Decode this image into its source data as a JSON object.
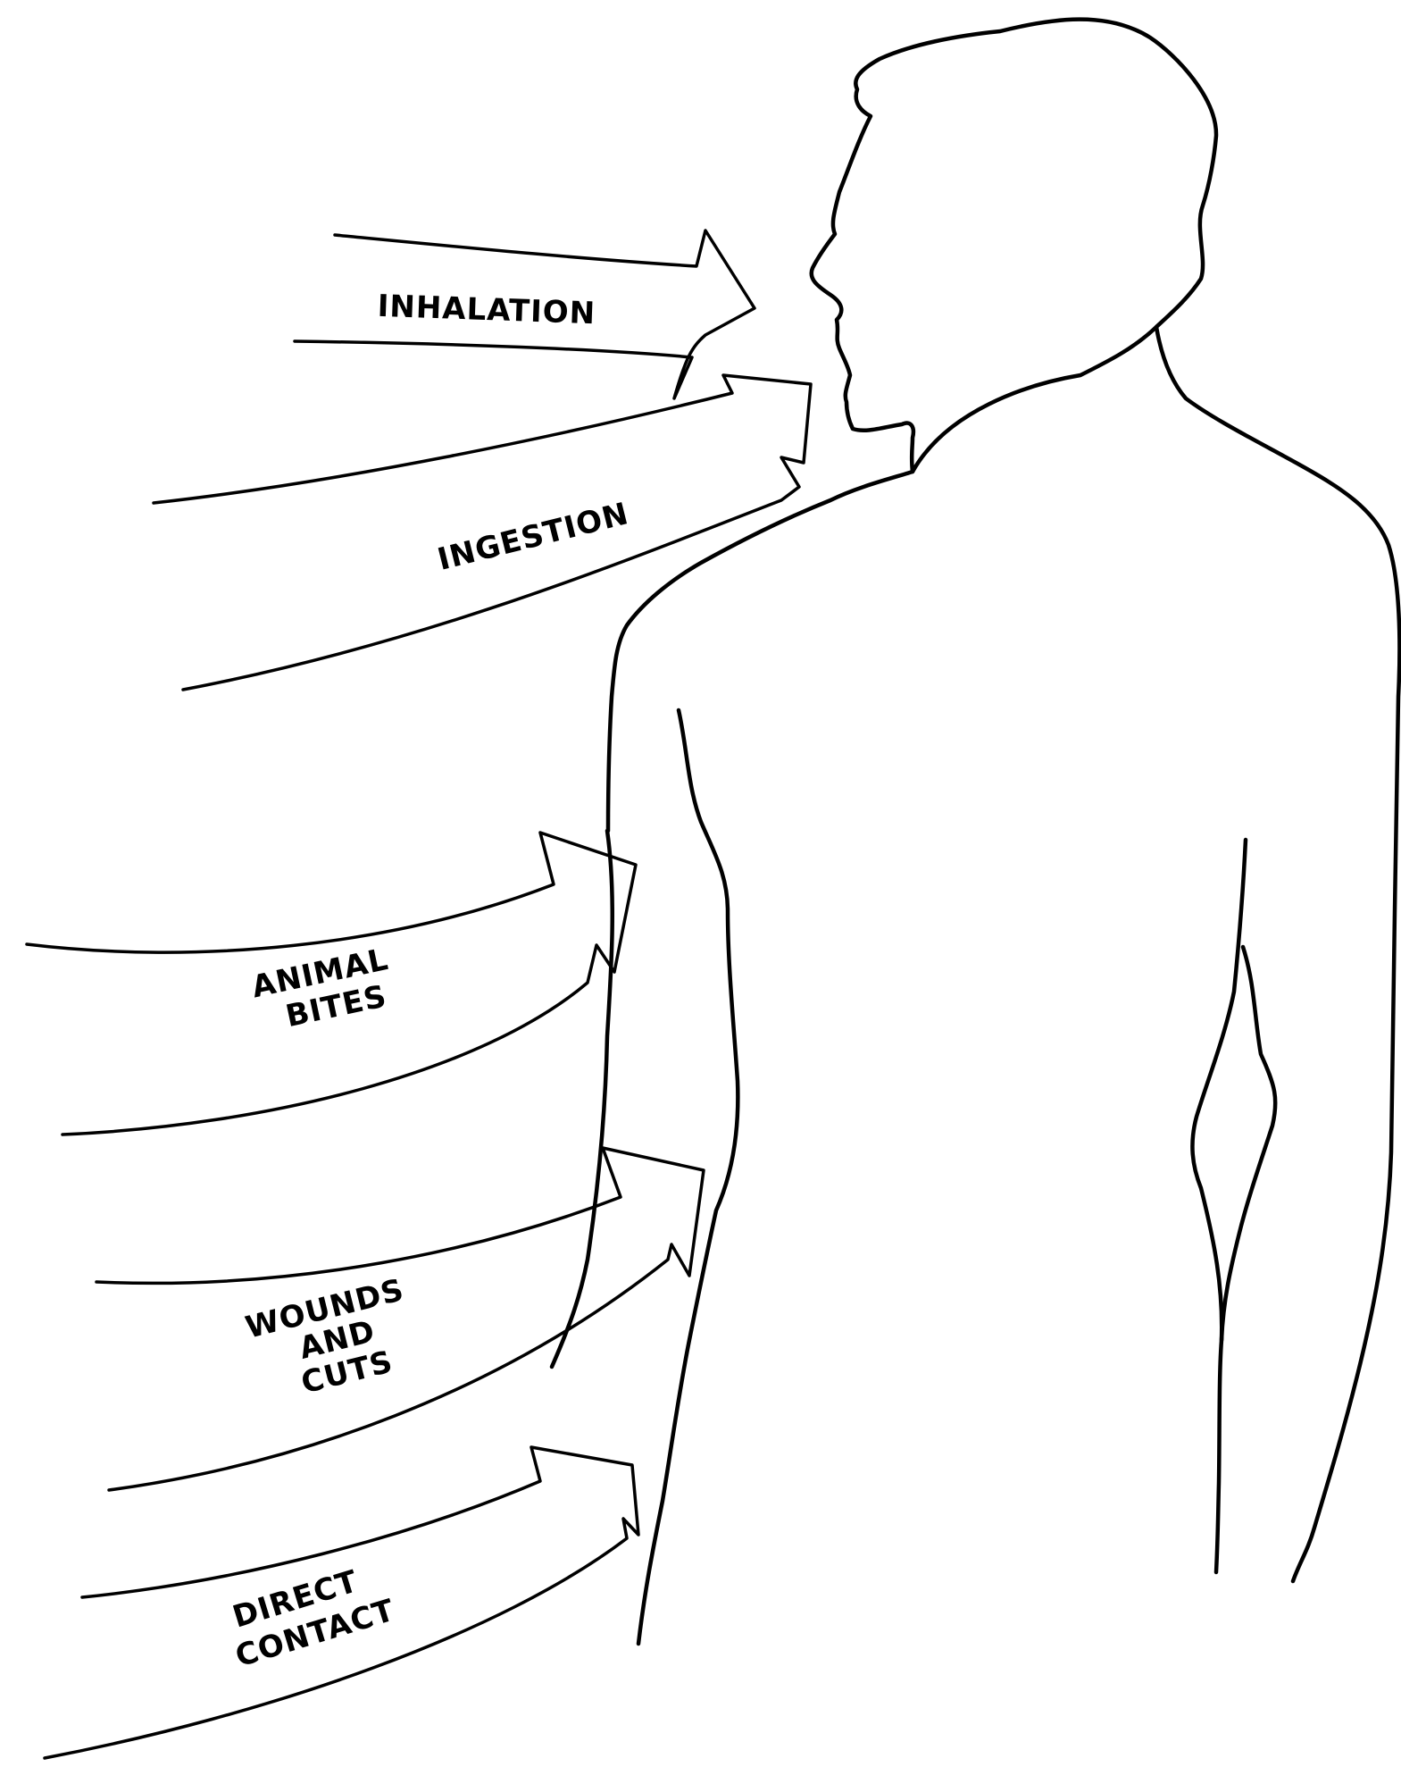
{
  "routes": {
    "inhalation": "INHALATION",
    "ingestion": "INGESTION",
    "animal_bites": [
      "ANIMAL",
      "BITES"
    ],
    "wounds_and_cuts": [
      "WOUNDS",
      "AND",
      "CUTS"
    ],
    "direct_contact": [
      "DIRECT",
      "CONTACT"
    ]
  },
  "colors": {
    "ink": "#000000",
    "background": "#ffffff"
  }
}
